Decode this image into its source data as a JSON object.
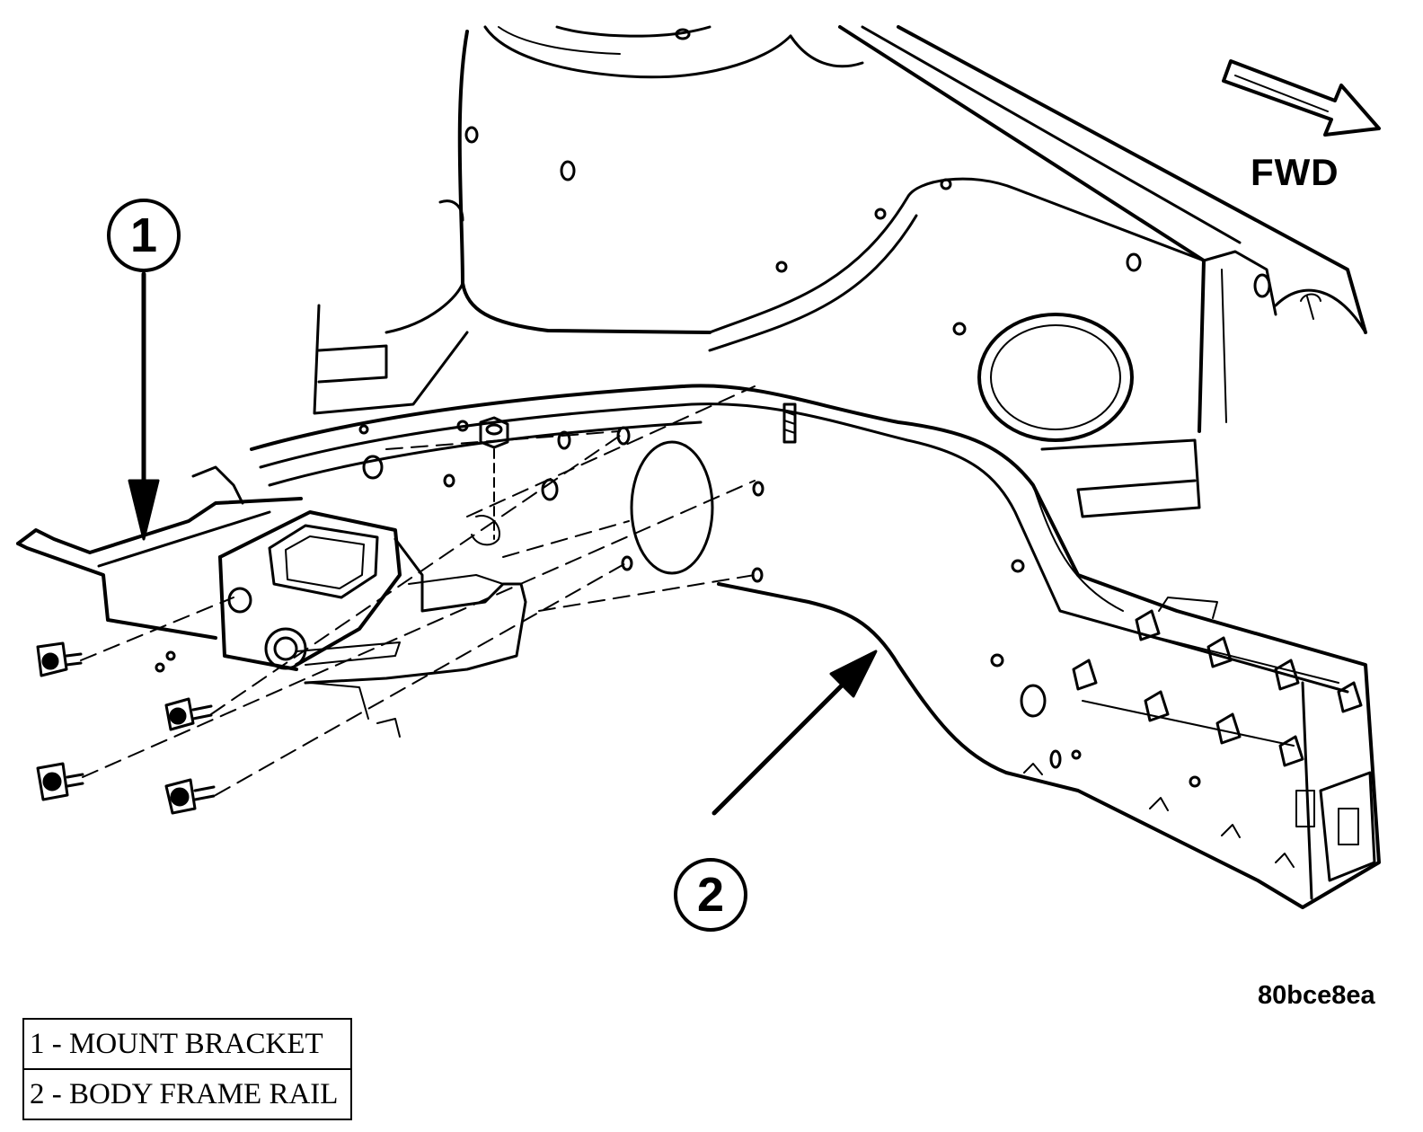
{
  "diagram": {
    "direction_label": "FWD",
    "callouts": [
      "1",
      "2"
    ],
    "figure_id": "80bce8ea"
  },
  "legend": {
    "items": [
      {
        "label": "1 - MOUNT BRACKET"
      },
      {
        "label": "2 - BODY FRAME RAIL"
      }
    ]
  },
  "colors": {
    "ink": "#000000",
    "paper": "#ffffff"
  }
}
